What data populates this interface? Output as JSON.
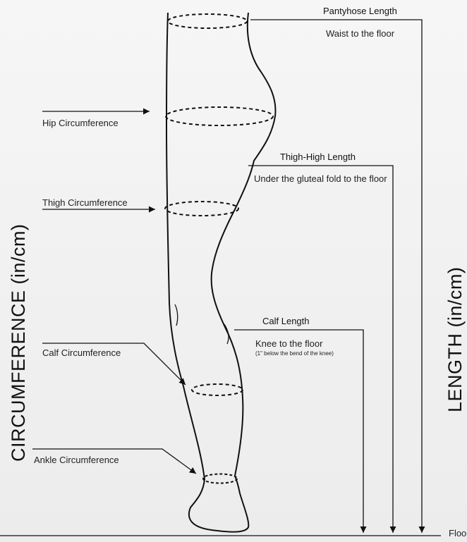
{
  "labels": {
    "circumference_axis": "CIRCUMFERENCE (in/cm)",
    "length_axis": "LENGTH (in/cm)",
    "hip": "Hip Circumference",
    "thigh": "Thigh Circumference",
    "calf": "Calf Circumference",
    "ankle": "Ankle Circumference",
    "pantyhose_title": "Pantyhose Length",
    "pantyhose_desc": "Waist to the floor",
    "thigh_high_title": "Thigh-High Length",
    "thigh_high_desc": "Under the gluteal fold to the floor",
    "calf_length_title": "Calf Length",
    "calf_length_desc": "Knee to the floor",
    "calf_length_note": "(1\" below the bend of the knee)",
    "floor": "Floor"
  },
  "colors": {
    "line": "#111111",
    "background_top": "#f6f6f6",
    "background_bottom": "#ececec"
  }
}
